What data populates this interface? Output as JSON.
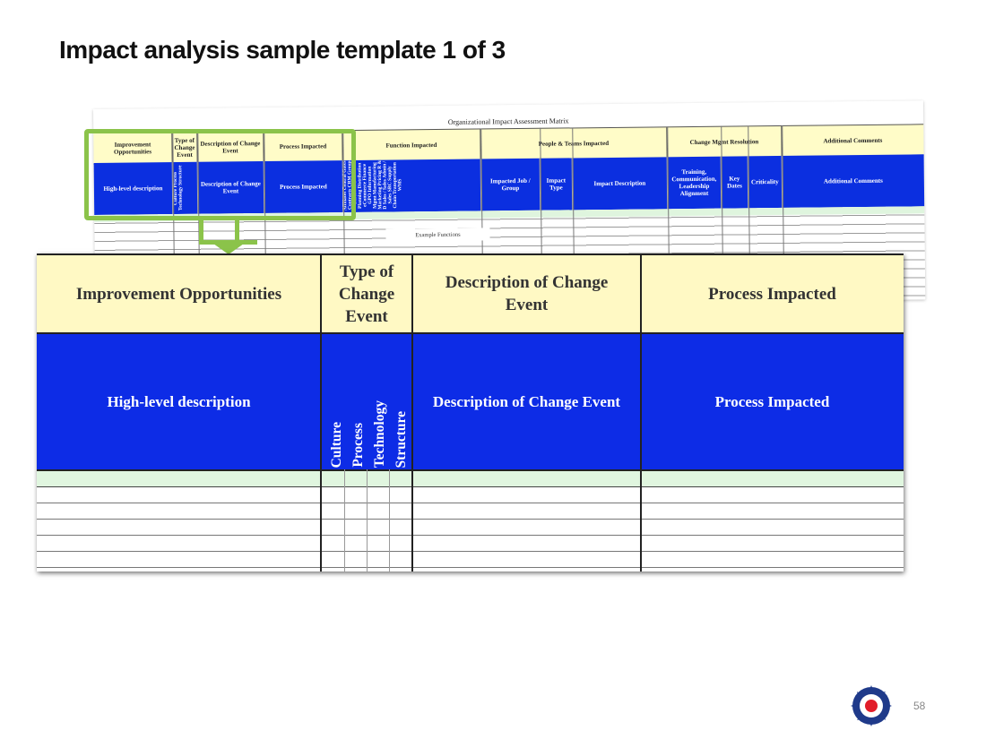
{
  "slide": {
    "title": "Impact analysis sample template 1 of 3",
    "page_number": "58"
  },
  "background_matrix": {
    "title": "Organizational Impact Assessment Matrix",
    "headers": [
      "Improvement Opportunities",
      "Type of Change Event",
      "Description of Change Event",
      "Process Impacted",
      "Function Impacted",
      "People & Teams Impacted",
      "Change Mgmt Resolution",
      "Additional Comments"
    ],
    "blue_row": {
      "high_level": "High-level description",
      "type_items": "Culture Process Technology Structure",
      "description": "Description of Change Event",
      "process": "Process Impacted",
      "functions": "Affiliates Central Gates Contracts CRM Group Customer Demand Planning Distribution eCommerce Finance GPO Information Mgmt Manufacturing Marketing Pricing R & D Sales / Sales Admin / Sales SRC Supply Chain Transportation WMS",
      "impacted_job": "Impacted Job / Group",
      "impact_type": "Impact Type",
      "impact_description": "Impact Description",
      "training": "Training, Communication, Leadership Alignment",
      "key_dates": "Key Dates",
      "criticality": "Criticality",
      "additional_comments": "Additional Comments"
    },
    "example_label": "Example Functions"
  },
  "zoomed_table": {
    "headers": {
      "improvement": "Improvement Opportunities",
      "type": "Type of Change Event",
      "description": "Description of Change Event",
      "process": "Process Impacted"
    },
    "blue_row": {
      "high_level": "High-level description",
      "type_items": [
        "Culture",
        "Process",
        "Technology",
        "Structure"
      ],
      "description": "Description of Change Event",
      "process": "Process Impacted"
    }
  },
  "colors": {
    "header_yellow": "#fff9c4",
    "header_blue": "#0d2ce6",
    "highlight_green": "#8bc34a",
    "row_green": "#e0f6df"
  },
  "logo": {
    "icon": "roundel-logo-icon"
  }
}
